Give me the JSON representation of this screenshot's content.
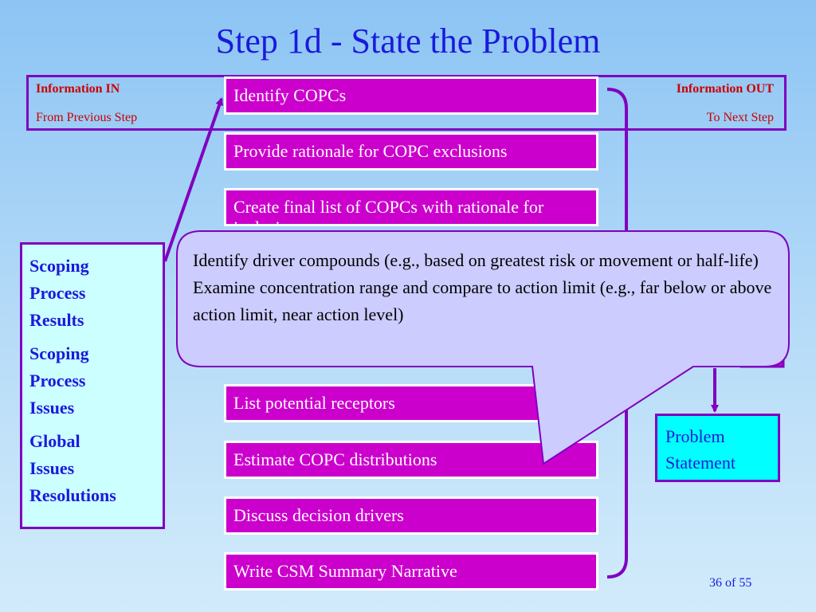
{
  "title": "Step 1d - State the Problem",
  "info": {
    "in_label": "Information IN",
    "in_sub": "From Previous Step",
    "out_label": "Information OUT",
    "out_sub": "To Next Step"
  },
  "steps": [
    "Identify COPCs",
    "Provide rationale for COPC exclusions",
    "Create final list of COPCs with rationale for inclusion",
    "List potential receptors",
    "Estimate COPC distributions",
    "Discuss decision drivers",
    "Write CSM Summary Narrative"
  ],
  "inputs": [
    "Scoping\nProcess\nResults",
    "Scoping\nProcess\nIssues",
    "Global\nIssues\nResolutions"
  ],
  "output": "Problem\nStatement",
  "callout": {
    "line1": "Identify driver compounds (e.g., based on greatest risk or movement or half-life)",
    "line2": "Examine concentration range and compare to action limit (e.g., far below or above action limit, near action level)"
  },
  "page_number": "36 of 55",
  "colors": {
    "title": "#1a1adc",
    "step_fill": "#cc00cc",
    "border": "#8000c0",
    "input_fill": "#ccffff",
    "output_fill": "#00ffff",
    "callout_fill": "#ccccff"
  }
}
